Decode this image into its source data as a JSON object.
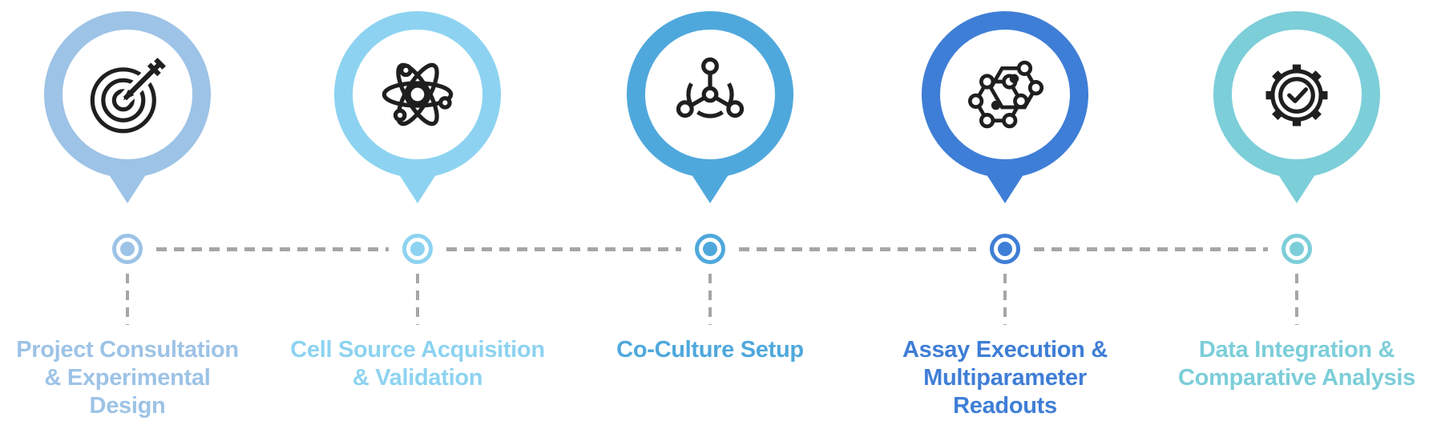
{
  "diagram": {
    "type": "process-timeline",
    "background": "#FFFFFF",
    "connector_color": "#A6A6A6",
    "icon_color": "#1F1F1F",
    "steps": [
      {
        "label": "Project Consultation & Experimental Design",
        "lines": [
          "Project Consultation",
          "& Experimental",
          "Design"
        ],
        "color": "#9DC3E6",
        "icon": "target-dart-icon"
      },
      {
        "label": "Cell Source Acquisition & Validation",
        "lines": [
          "Cell Source Acquisition",
          "& Validation"
        ],
        "color": "#8DD3F1",
        "icon": "atom-icon"
      },
      {
        "label": "Co-Culture Setup",
        "lines": [
          "Co-Culture Setup"
        ],
        "color": "#4FA8DC",
        "icon": "molecule-hub-icon"
      },
      {
        "label": "Assay Execution & Multiparameter Readouts",
        "lines": [
          "Assay Execution &",
          "Multiparameter",
          "Readouts"
        ],
        "color": "#3F7ED6",
        "icon": "hexagon-molecule-icon"
      },
      {
        "label": "Data Integration & Comparative Analysis",
        "lines": [
          "Data Integration &",
          "Comparative Analysis"
        ],
        "color": "#7CCED9",
        "icon": "gear-check-icon"
      }
    ]
  }
}
